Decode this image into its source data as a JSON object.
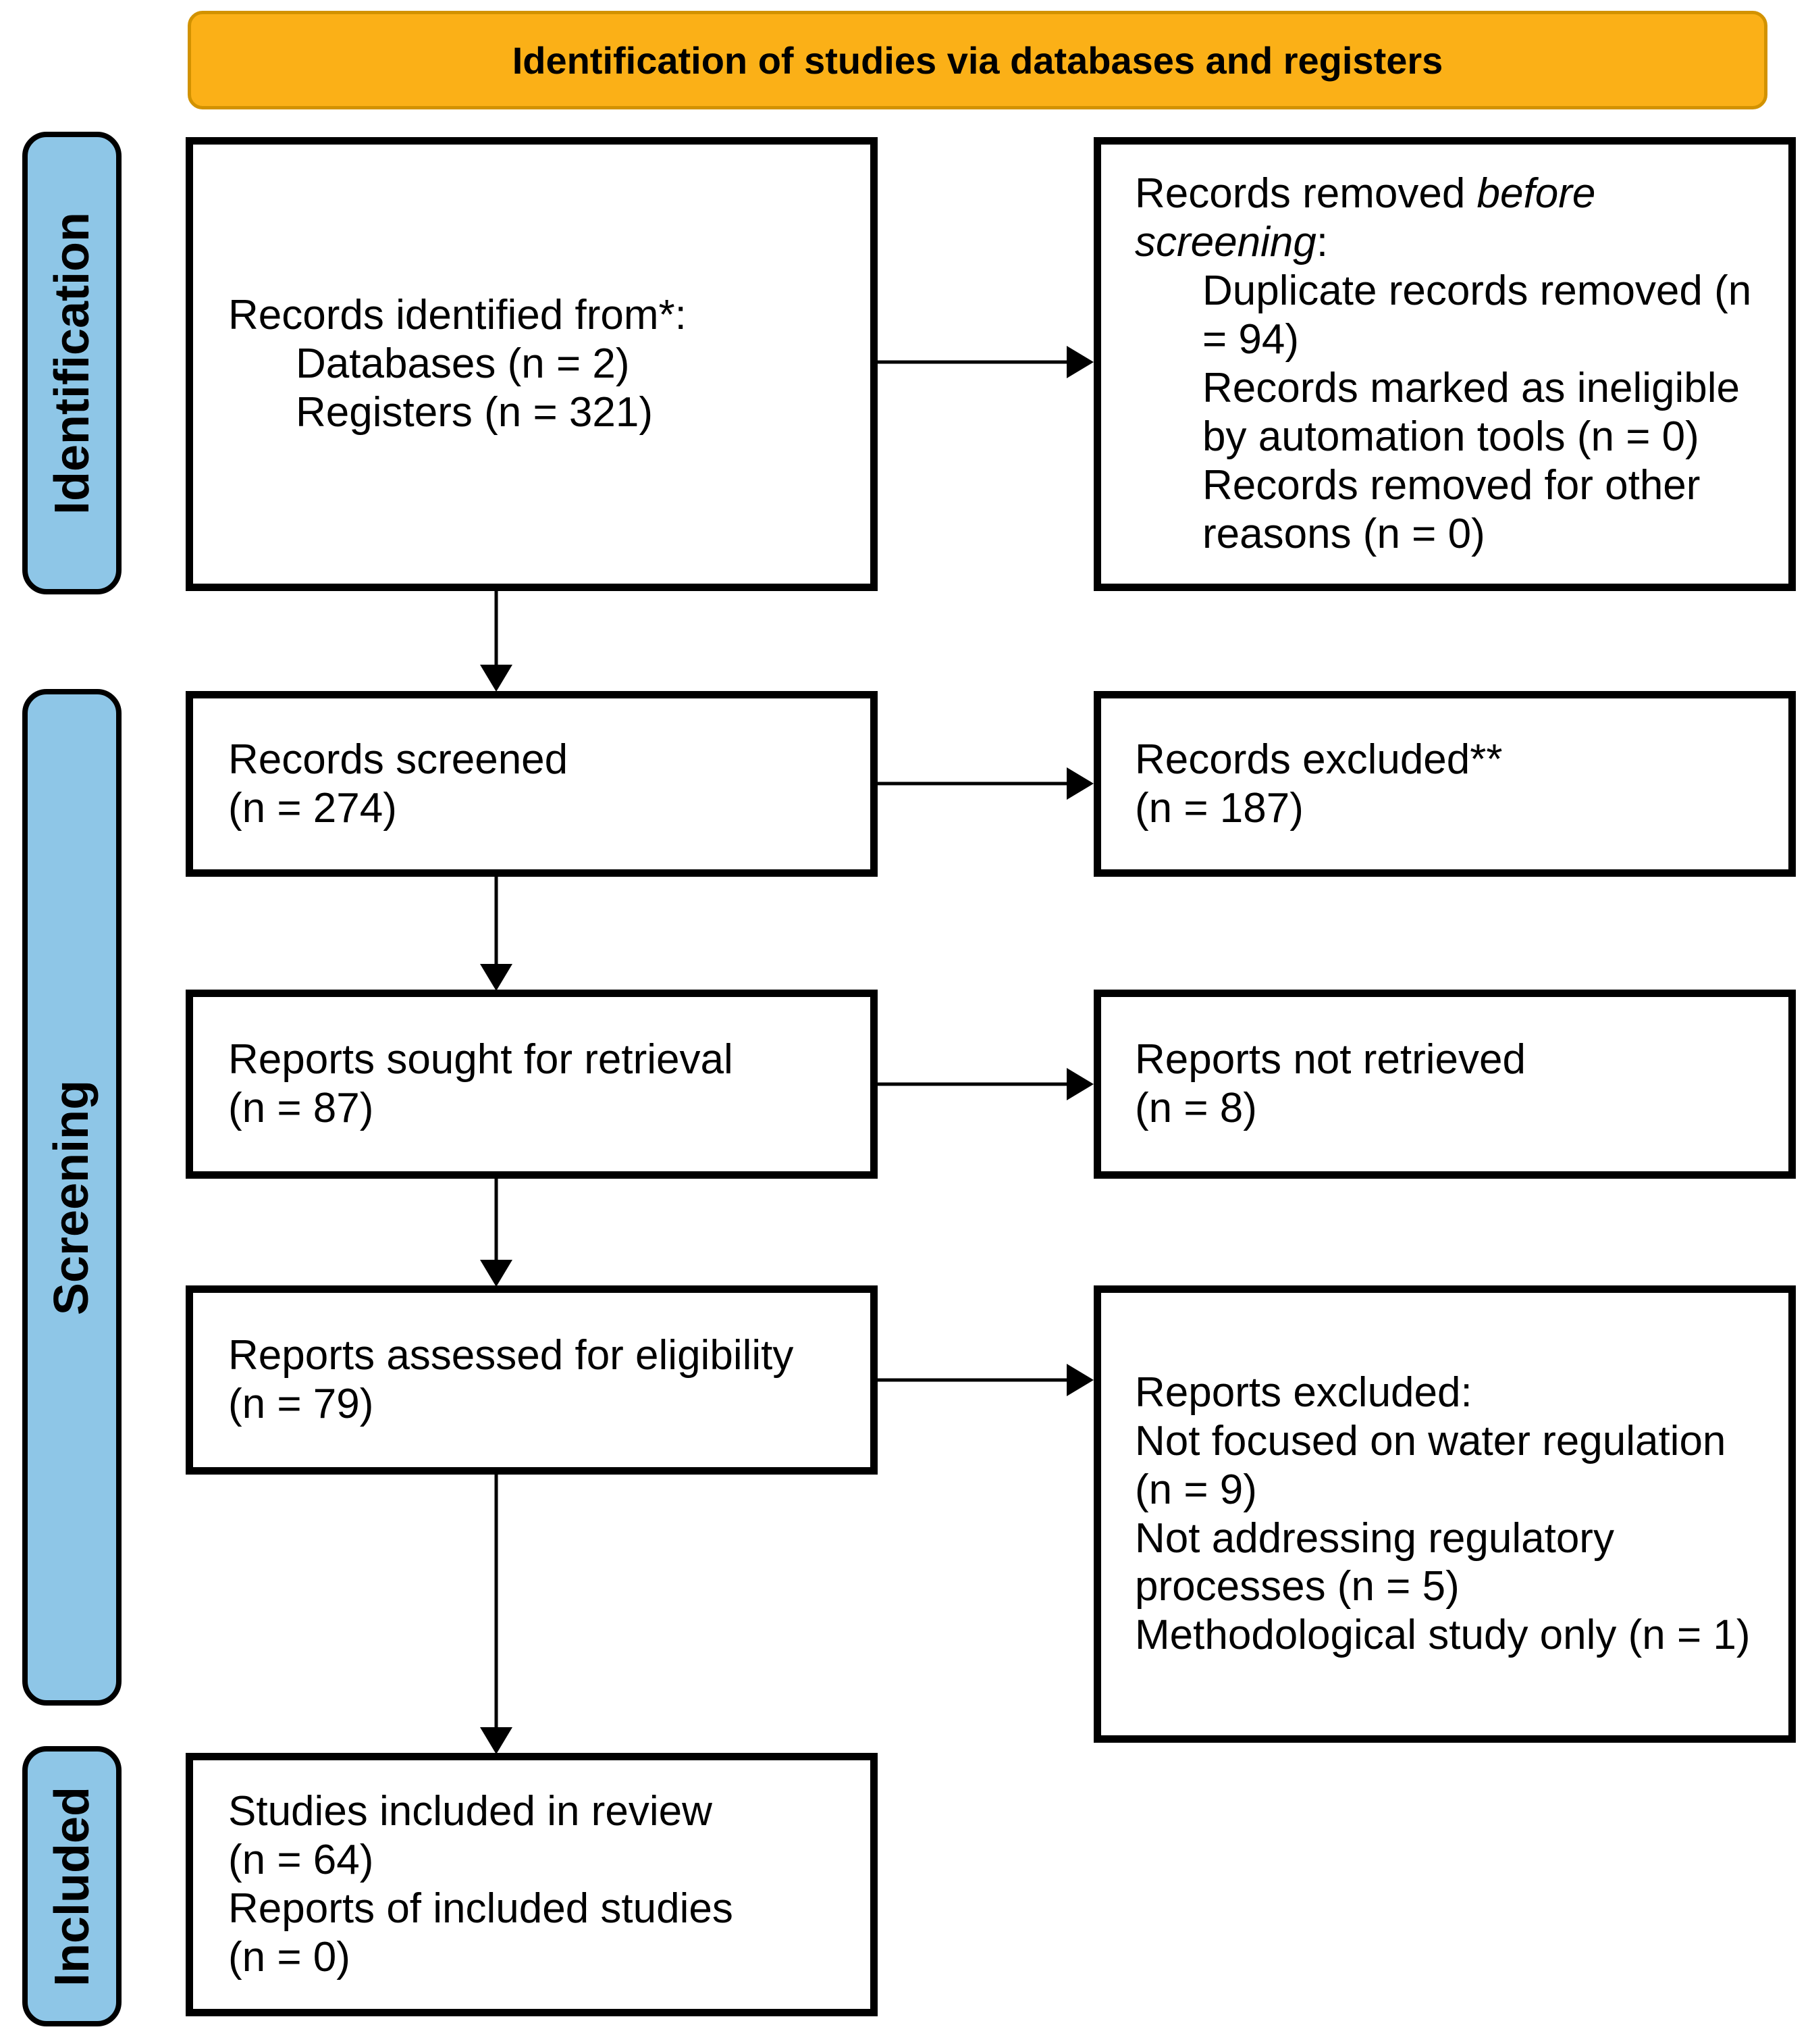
{
  "banner": {
    "title": "Identification of studies via databases and registers"
  },
  "stages": {
    "identification": "Identification",
    "screening": "Screening",
    "included": "Included"
  },
  "boxes": {
    "records_identified": {
      "heading": "Records identified from*:",
      "items": [
        "Databases (n = 2)",
        "Registers (n = 321)"
      ]
    },
    "records_removed": {
      "heading_normal": "Records removed ",
      "heading_italic": "before screening",
      "heading_suffix": ":",
      "items": [
        "Duplicate records removed (n = 94)",
        "Records marked as ineligible by automation tools (n = 0)",
        "Records removed for other reasons (n = 0)"
      ]
    },
    "records_screened": {
      "lines": [
        "Records screened",
        "(n = 274)"
      ]
    },
    "records_excluded": {
      "lines": [
        "Records excluded**",
        "(n = 187)"
      ]
    },
    "reports_sought": {
      "lines": [
        "Reports sought for retrieval",
        "(n = 87)"
      ]
    },
    "reports_not_retrieved": {
      "lines": [
        "Reports not retrieved",
        "(n = 8)"
      ]
    },
    "reports_assessed": {
      "lines": [
        "Reports assessed for eligibility",
        "(n = 79)"
      ]
    },
    "reports_excluded": {
      "lines": [
        "Reports excluded:",
        "Not focused on water regulation (n = 9)",
        "Not addressing regulatory processes (n = 5)",
        "Methodological study only (n = 1)"
      ]
    },
    "studies_included": {
      "lines": [
        "Studies included in review",
        "(n = 64)",
        "Reports of included studies",
        "(n = 0)"
      ]
    }
  },
  "colors": {
    "banner_fill": "#FBB017",
    "banner_border": "#D29200",
    "stage_fill": "#8EC6E7",
    "stage_border": "#000000",
    "box_border": "#000000",
    "arrow_color": "#000000"
  }
}
